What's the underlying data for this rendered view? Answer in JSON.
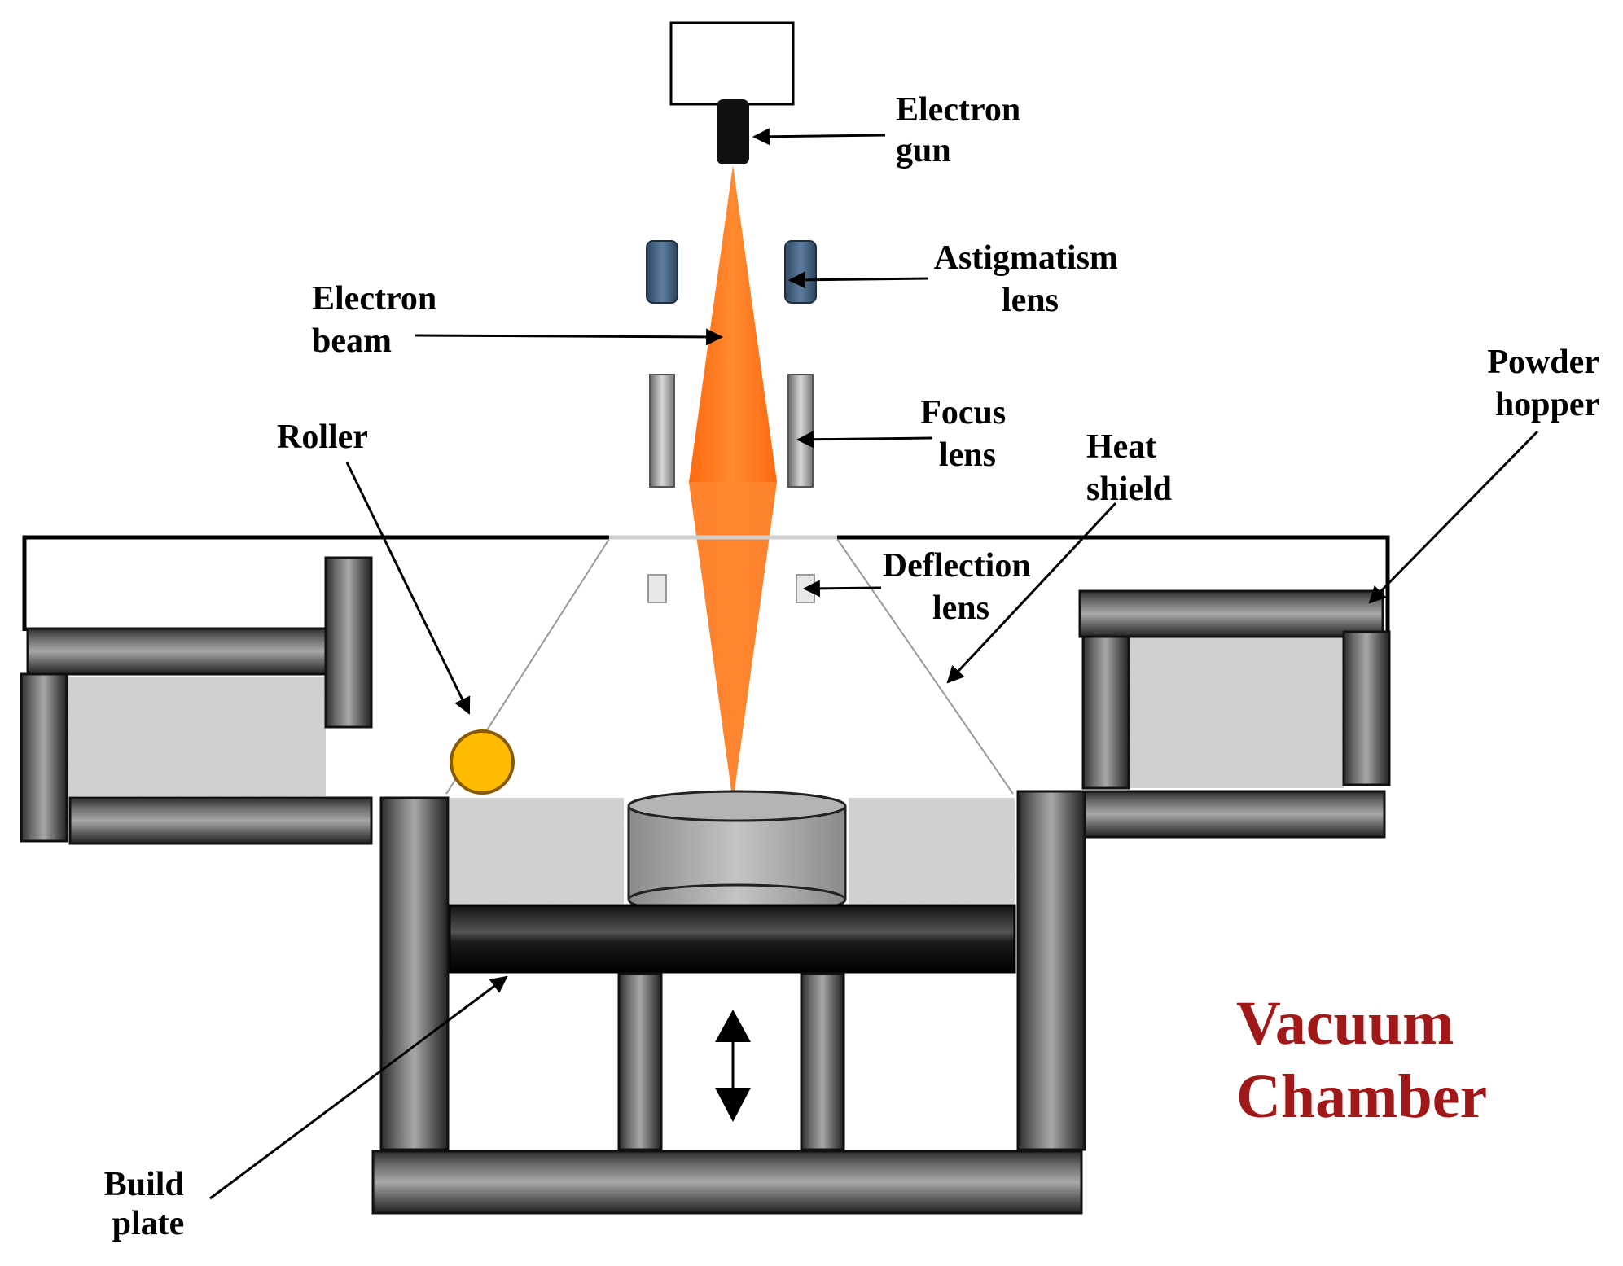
{
  "labels": {
    "electron_gun": [
      "Electron",
      "gun"
    ],
    "astigmatism_lens": [
      "Astigmatism",
      "lens"
    ],
    "electron_beam": [
      "Electron",
      "beam"
    ],
    "focus_lens": [
      "Focus",
      "lens"
    ],
    "roller": [
      "Roller"
    ],
    "heat_shield": [
      "Heat",
      "shield"
    ],
    "powder_hopper": [
      "Powder",
      "hopper"
    ],
    "deflection_lens": [
      "Deflection",
      "lens"
    ],
    "build_plate": [
      "Build",
      "plate"
    ],
    "vacuum_chamber": [
      "Vacuum",
      "Chamber"
    ]
  },
  "colors": {
    "beam": "#ff7a1e",
    "roller": "#ffbb00",
    "vacuum_text": "#a01818",
    "astigmatism_lens": "#3e5a78"
  }
}
